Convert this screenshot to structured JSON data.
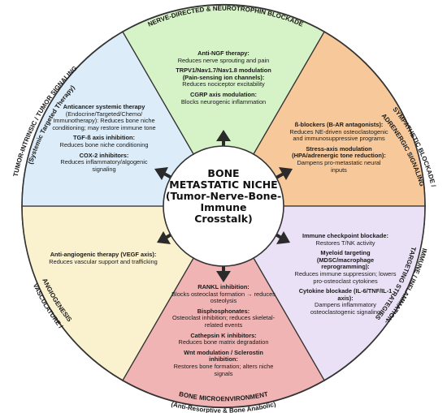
{
  "center": {
    "line1": "BONE",
    "line2": "METASTATIC NICHE",
    "line3": "(Tumor-Nerve-Bone-Immune",
    "line4": "Crosstalk)"
  },
  "sectors": {
    "nerve": {
      "title": "NERVE-DIRECTED & NEUROTROPHIN BLOCKADE",
      "fill": "#d6f2c7",
      "items": [
        {
          "head": "Anti-NGF therapy:",
          "desc": "Reduces nerve sprouting and pain"
        },
        {
          "head": "TRPV1/Nav1.7/Nav1.8 modulation",
          "head2": "(Pain-sensing ion channels):",
          "desc": "Reduces nociceptor excitability"
        },
        {
          "head": "CGRP axis modulation:",
          "desc": "Blocks neurogenic inflammation"
        }
      ]
    },
    "sympathetic": {
      "title1": "SYMPATHETIC BLOCKADE /",
      "title2": "ADRENERGIC SIGNALING",
      "fill": "#f7c99a",
      "items": [
        {
          "head": "ß-blockers (B-AR antagonists):",
          "desc": "Reduces NE-driven osteoclastogenic and immunosuppressive programs"
        },
        {
          "head": "Stress-axis modulation",
          "head2": "(HPA/adrenergic tone reduction):",
          "desc": "Dampens pro-metastatic neural inputs"
        }
      ]
    },
    "immune": {
      "title1": "IMMUNE / INFLAMMATION-",
      "title2": "TARGETING STRATEGIES",
      "fill": "#ebe1f6",
      "items": [
        {
          "head": "Immune checkpoint blockade:",
          "desc": "Restores T/NK activity"
        },
        {
          "head": "Myeloid targeting (MDSC/macrophage",
          "head2": "reprogramming):",
          "desc": "Reduces immune suppression; lowers pro-osteoclast cytokines"
        },
        {
          "head": "Cytokine blockade (IL-6/TNF/IL-1 axis):",
          "desc": "Dampens inflammatory osteoclastogenic signaling"
        }
      ]
    },
    "bone": {
      "title1": "BONE MICROENVIRONMENT",
      "title2": "(Anti-Resorptive & Bone Anabolic)",
      "fill": "#f1b4b4",
      "items": [
        {
          "head": "RANKL inhibition:",
          "desc": "Blocks osteoclast formation → reduces osteolysis"
        },
        {
          "head": "Bisphosphonates:",
          "desc": "Osteoclast inhibition; reduces skeletal-related events"
        },
        {
          "head": "Cathepsin K inhibitors:",
          "desc": "Reduces bone matrix degradation"
        },
        {
          "head": "Wnt modulation / Sclerostin",
          "head2": "inhibition:",
          "desc": "Restores bone formation; alters niche signals"
        }
      ]
    },
    "vasculature": {
      "title1": "VASCULATURE /",
      "title2": "ANGIOGENESIS",
      "fill": "#faf1cf",
      "items": [
        {
          "head": "Anti-angiogenic therapy (VEGF axis):",
          "desc": "Reduces vascular support and trafficking"
        }
      ]
    },
    "tumor": {
      "title1": "TUMOR-INTRINSIC / TUMOR SIGNALING",
      "title2": "(Systemic Targeted Therapy)",
      "fill": "#dcecf8",
      "items": [
        {
          "head": "Anticancer systemic therapy",
          "desc": "(Endocrine/Targeted/Chemo/ Immunotherapy): Reduces bone niche conditioning; may restore immune tone"
        },
        {
          "head": "TGF-ß axis inhibition:",
          "desc": "Reduces bone niche conditioning"
        },
        {
          "head": "COX-2 inhibitors:",
          "desc": "Reduces inflammatory/algogenic signaling"
        }
      ]
    }
  },
  "colors": {
    "outline": "#333333",
    "arrow": "#2b2b2b",
    "center_fill": "#ffffff"
  }
}
